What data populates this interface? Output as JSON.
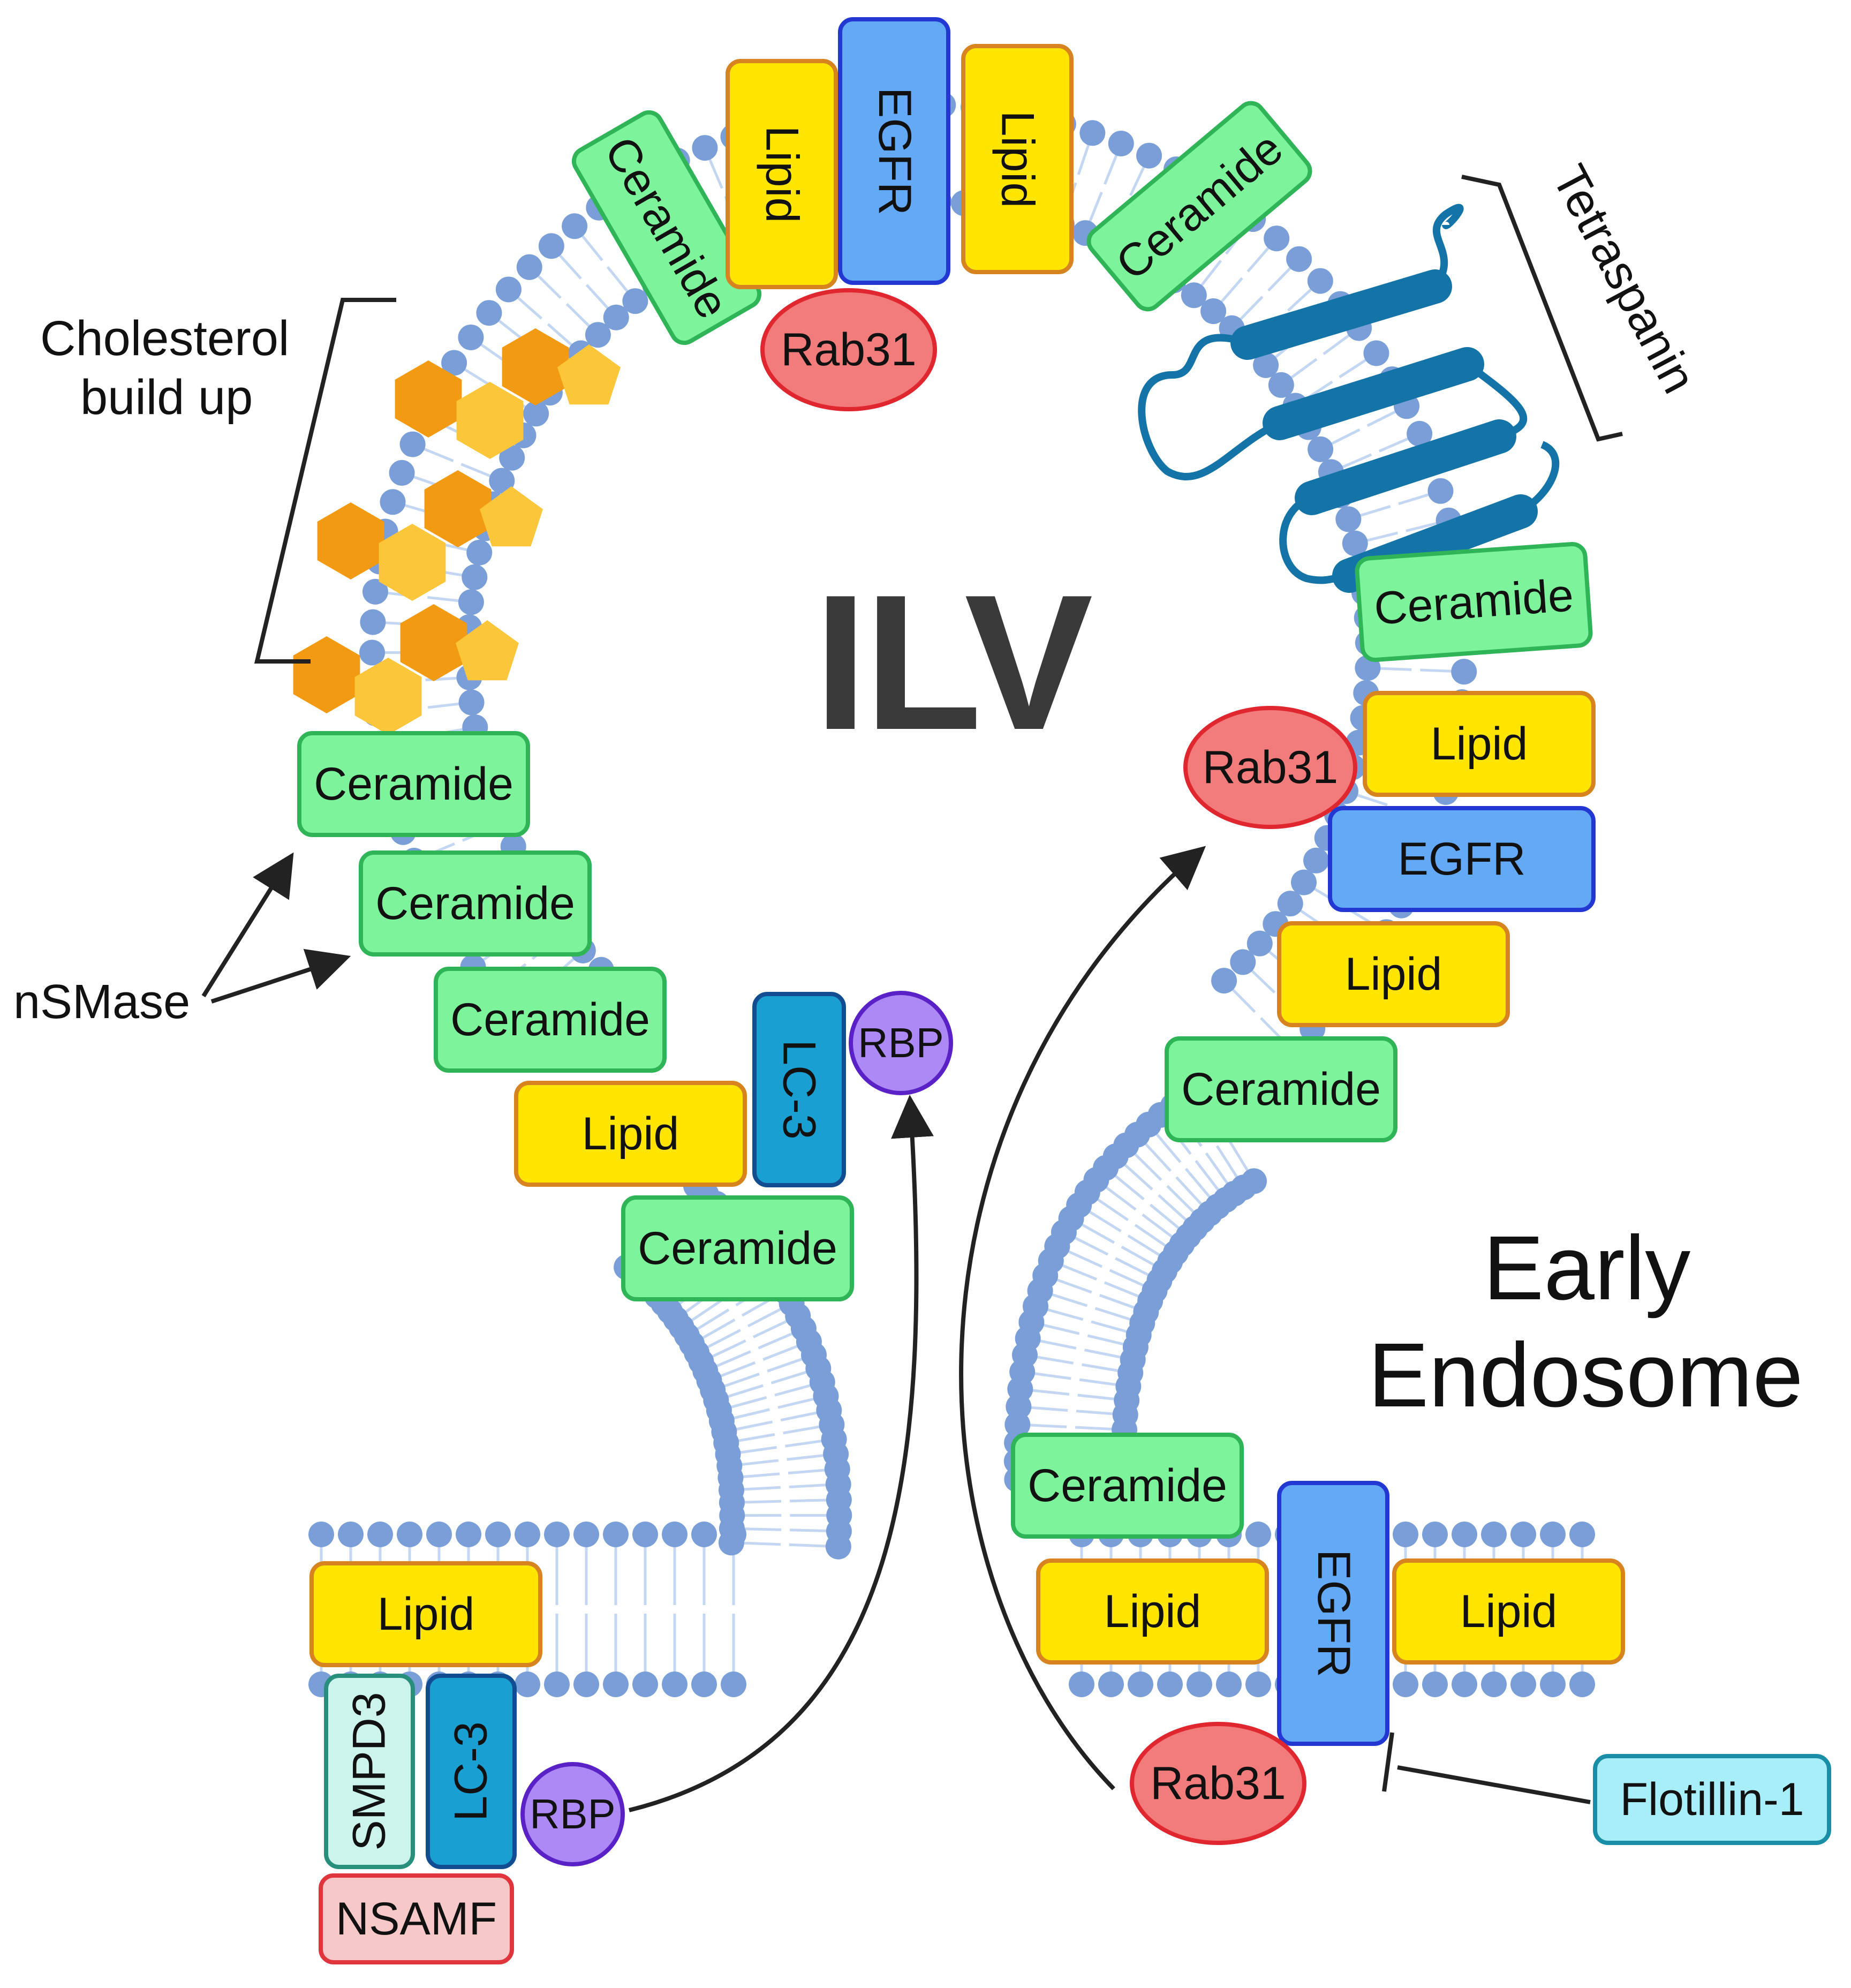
{
  "labels": {
    "ilv": "ILV",
    "early_endosome_line1": "Early",
    "early_endosome_line2": "Endosome",
    "cholesterol_line1": "Cholesterol",
    "cholesterol_line2": "build up",
    "tetraspanin": "Tetraspanin",
    "nsmase": "nSMase"
  },
  "proteins": {
    "ceramide": "Ceramide",
    "lipid": "Lipid",
    "egfr": "EGFR",
    "rab31": "Rab31",
    "lc3": "LC-3",
    "rbp": "RBP",
    "smpd3": "SMPD3",
    "nsamf": "NSAMF",
    "flotillin": "Flotillin-1"
  },
  "colors": {
    "ceramide_fill": "#7df49c",
    "lipid_fill": "#ffe500",
    "egfr_fill": "#64a9f6",
    "rab31_fill": "#f27b7b",
    "lc3_fill": "#1a9fd2",
    "rbp_fill": "#ad89f5",
    "smpd3_fill": "#cdf3ed",
    "nsamf_fill": "#f6c8c8",
    "flotillin_fill": "#a8eef8",
    "membrane_head": "#7a9fd8",
    "membrane_tail": "#c3d6f2",
    "cholesterol_dark": "#f29a12",
    "cholesterol_light": "#fcc63a",
    "tetraspanin": "#1474a8"
  }
}
